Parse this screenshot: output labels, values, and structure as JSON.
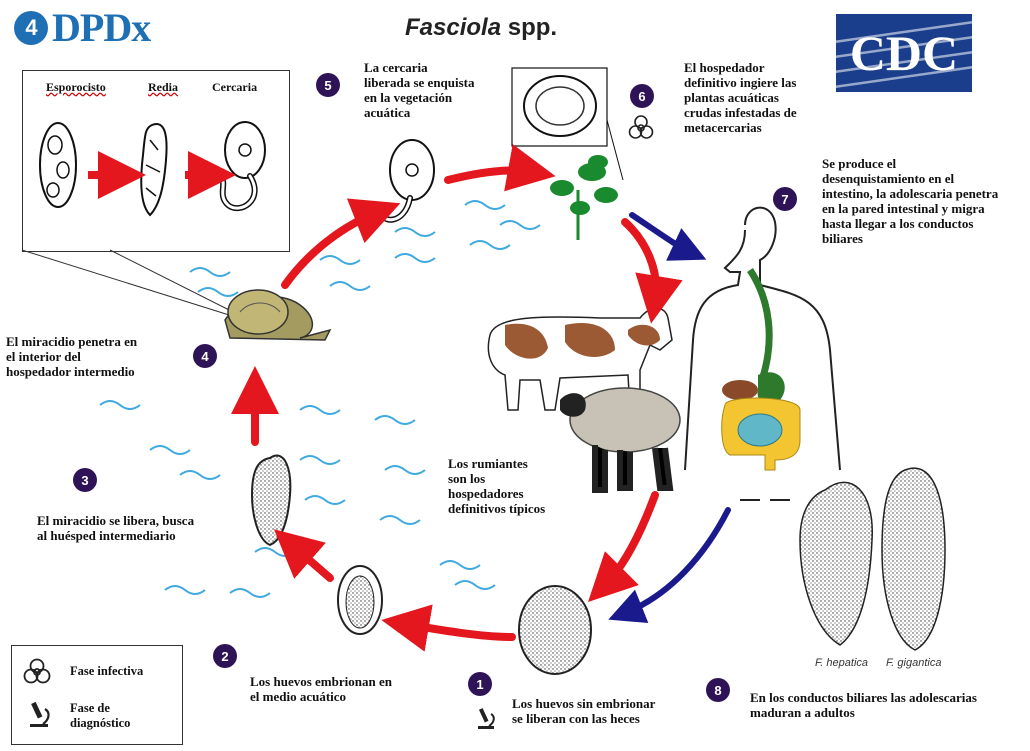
{
  "header": {
    "logo_text": "DPDx",
    "logo_badge": "4",
    "title_genus": "Fasciola",
    "title_suffix": " spp.",
    "cdc_text": "CDC",
    "cdc_colors": {
      "blue": "#1a3e8c",
      "white": "#ffffff"
    }
  },
  "inset": {
    "labels": [
      "Esporocisto",
      "Redia",
      "Cercaria"
    ]
  },
  "stages": [
    {
      "num": "1",
      "text_lines": [
        "Los huevos sin embrionar",
        "se liberan con las heces"
      ]
    },
    {
      "num": "2",
      "text_lines": [
        "Los huevos embrionan en",
        "el medio acuático"
      ]
    },
    {
      "num": "3",
      "text_lines": [
        "El miracidio se libera, busca",
        "al huésped intermediario"
      ]
    },
    {
      "num": "4",
      "text_lines": [
        "El miracidio penetra en",
        "el interior del",
        "hospedador intermedio"
      ]
    },
    {
      "num": "5",
      "text_lines": [
        "La cercaria",
        "liberada se enquista",
        "en la vegetación",
        "acuática"
      ]
    },
    {
      "num": "6",
      "text_lines": [
        "El hospedador",
        "definitivo ingiere las",
        "plantas acuáticas",
        "crudas infestadas de",
        "metacercarias"
      ]
    },
    {
      "num": "7",
      "text_lines": [
        "Se produce el",
        "desenquistamiento en el",
        "intestino, la adolescaria penetra",
        "en la pared intestinal y migra",
        "hasta llegar a los conductos",
        "biliares"
      ]
    },
    {
      "num": "8",
      "text_lines": [
        "En los conductos biliares las adolescarias",
        "maduran a adultos"
      ]
    }
  ],
  "ruminants_note": [
    "Los rumiantes",
    "son los",
    "hospedadores",
    "definitivos típicos"
  ],
  "species_labels": [
    "F. hepatica",
    "F. gigantica"
  ],
  "legend": {
    "infective": "Fase infectiva",
    "diagnostic_lines": [
      "Fase de",
      "diagnóstico"
    ]
  },
  "colors": {
    "badge": "#2e1457",
    "arrow_red": "#e3171d",
    "arrow_blue": "#1a1a8c",
    "water": "#3fa9e0",
    "logo_blue": "#1f6fb5"
  }
}
